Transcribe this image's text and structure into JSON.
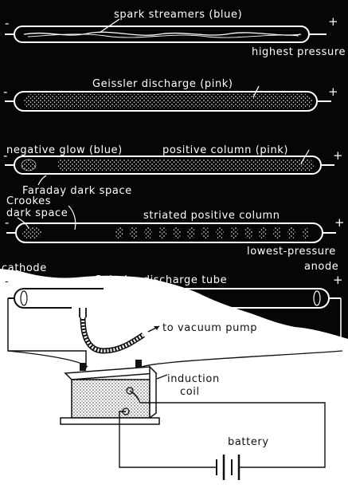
{
  "tubes": {
    "spark": {
      "label": "spark streamers (blue)",
      "note": "highest pressure"
    },
    "geissler": {
      "label": "Geissler discharge (pink)"
    },
    "glow": {
      "left_label": "negative glow (blue)",
      "right_label": "positive column (pink)",
      "dark_label": "Faraday dark space"
    },
    "striated": {
      "crookes_line1": "Crookes",
      "crookes_line2": "dark space",
      "label": "striated positive column",
      "note": "lowest-pressure",
      "anode": "anode",
      "cathode": "cathode"
    }
  },
  "apparatus": {
    "tube_label": "Geissler discharge tube",
    "pump_label": "to vacuum pump",
    "coil_line1": "induction",
    "coil_line2": "coil",
    "battery_label": "battery"
  },
  "symbols": {
    "minus": "-",
    "plus": "+"
  },
  "colors": {
    "background_dark": "#060606",
    "ink": "#111111",
    "glow": "#ffffff"
  }
}
